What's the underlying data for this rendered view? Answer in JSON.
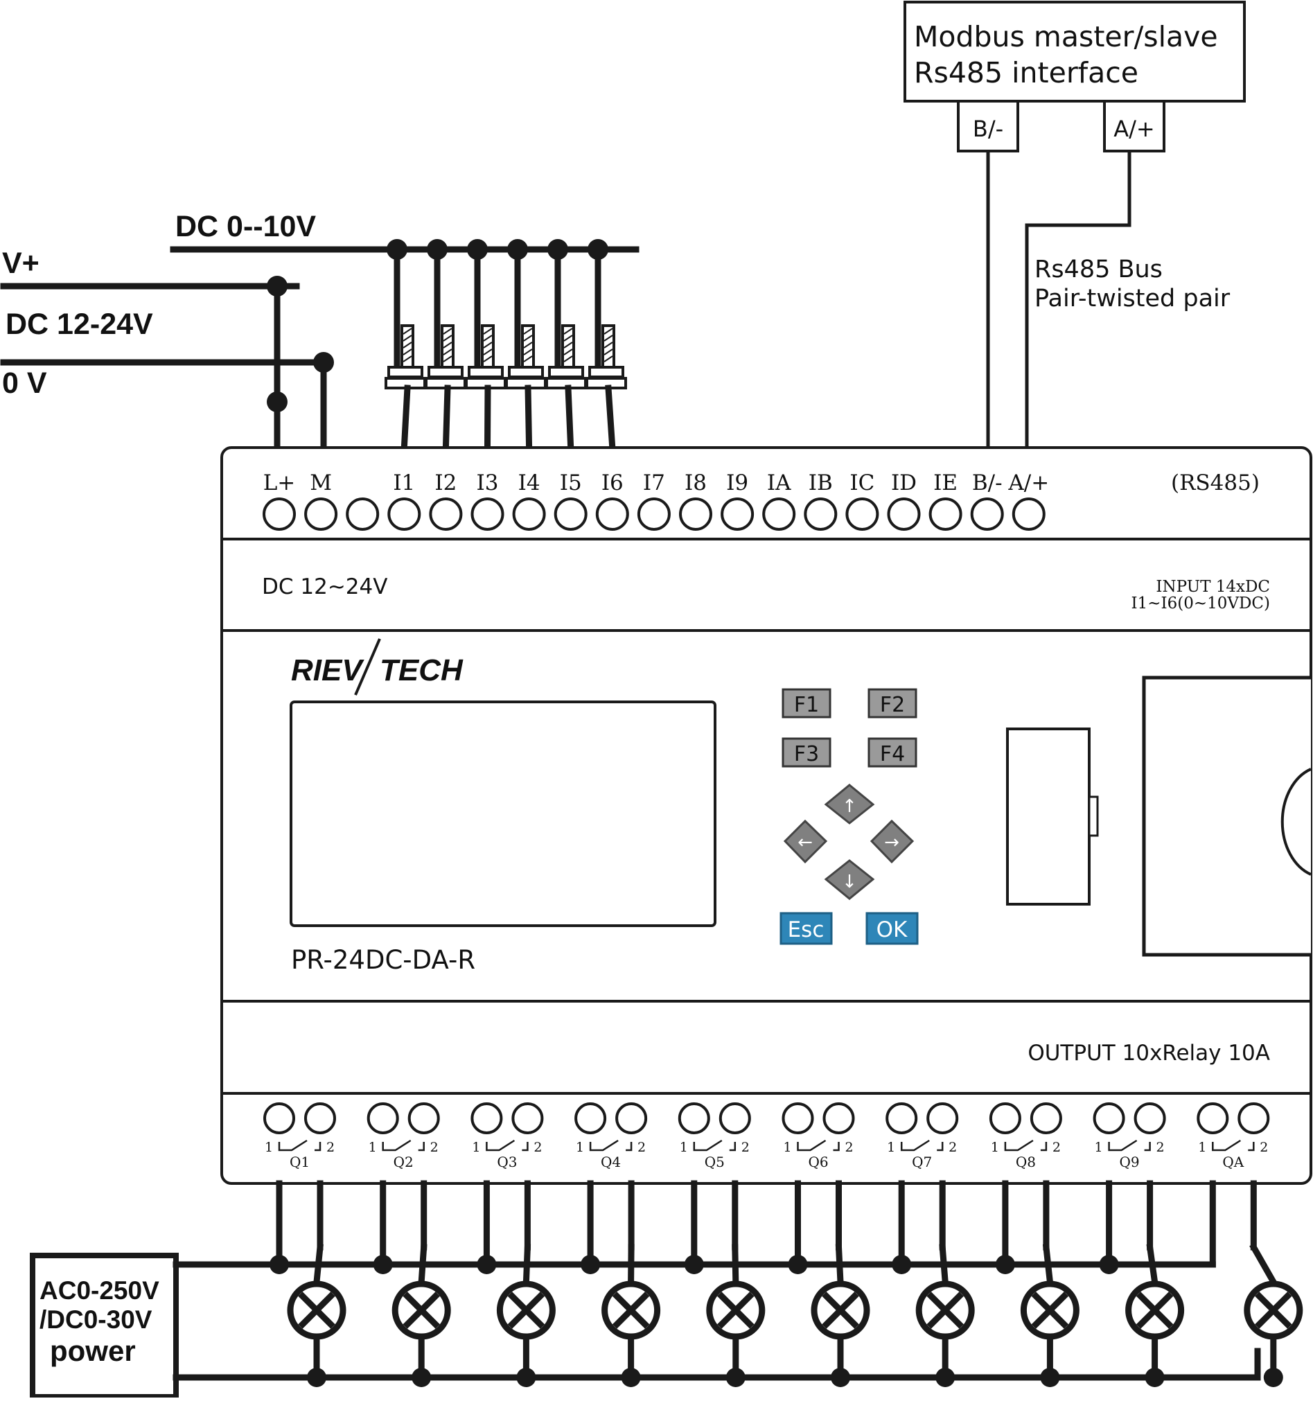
{
  "modbus": {
    "line1": "Modbus master/slave",
    "line2": "Rs485 interface",
    "b_label": "B/-",
    "a_label": "A/+"
  },
  "rs485_bus": {
    "line1": "Rs485 Bus",
    "line2": "Pair-twisted pair"
  },
  "power_rails": {
    "analog": "DC 0--10V",
    "vplus": "V+",
    "dc": "DC 12-24V",
    "zero": "0 V"
  },
  "terminal_labels": [
    "L+",
    "M",
    "",
    "I1",
    "I2",
    "I3",
    "I4",
    "I5",
    "I6",
    "I7",
    "I8",
    "I9",
    "IA",
    "IB",
    "IC",
    "ID",
    "IE",
    "B/-",
    "A/+"
  ],
  "rs485_suffix": "(RS485)",
  "supply_label": "DC 12~24V",
  "input_info": {
    "line1": "INPUT  14xDC",
    "line2": "I1~I6(0~10VDC)"
  },
  "brand": {
    "left": "RIEV",
    "right": "TECH"
  },
  "model": "PR-24DC-DA-R",
  "keys": {
    "f1": "F1",
    "f2": "F2",
    "f3": "F3",
    "f4": "F4",
    "esc": "Esc",
    "ok": "OK",
    "up": "↑",
    "down": "↓",
    "left": "←",
    "right": "→"
  },
  "output_info": "OUTPUT 10xRelay  10A",
  "outputs": [
    "Q1",
    "Q2",
    "Q3",
    "Q4",
    "Q5",
    "Q6",
    "Q7",
    "Q8",
    "Q9",
    "QA"
  ],
  "pin1": "1",
  "pin2": "2",
  "load_supply": {
    "line1": "AC0-250V",
    "line2": "/DC0-30V",
    "line3": "power"
  },
  "colors": {
    "wire": "#1a1a1a",
    "key_gray": "#888888",
    "key_blue": "#2e86b8"
  }
}
